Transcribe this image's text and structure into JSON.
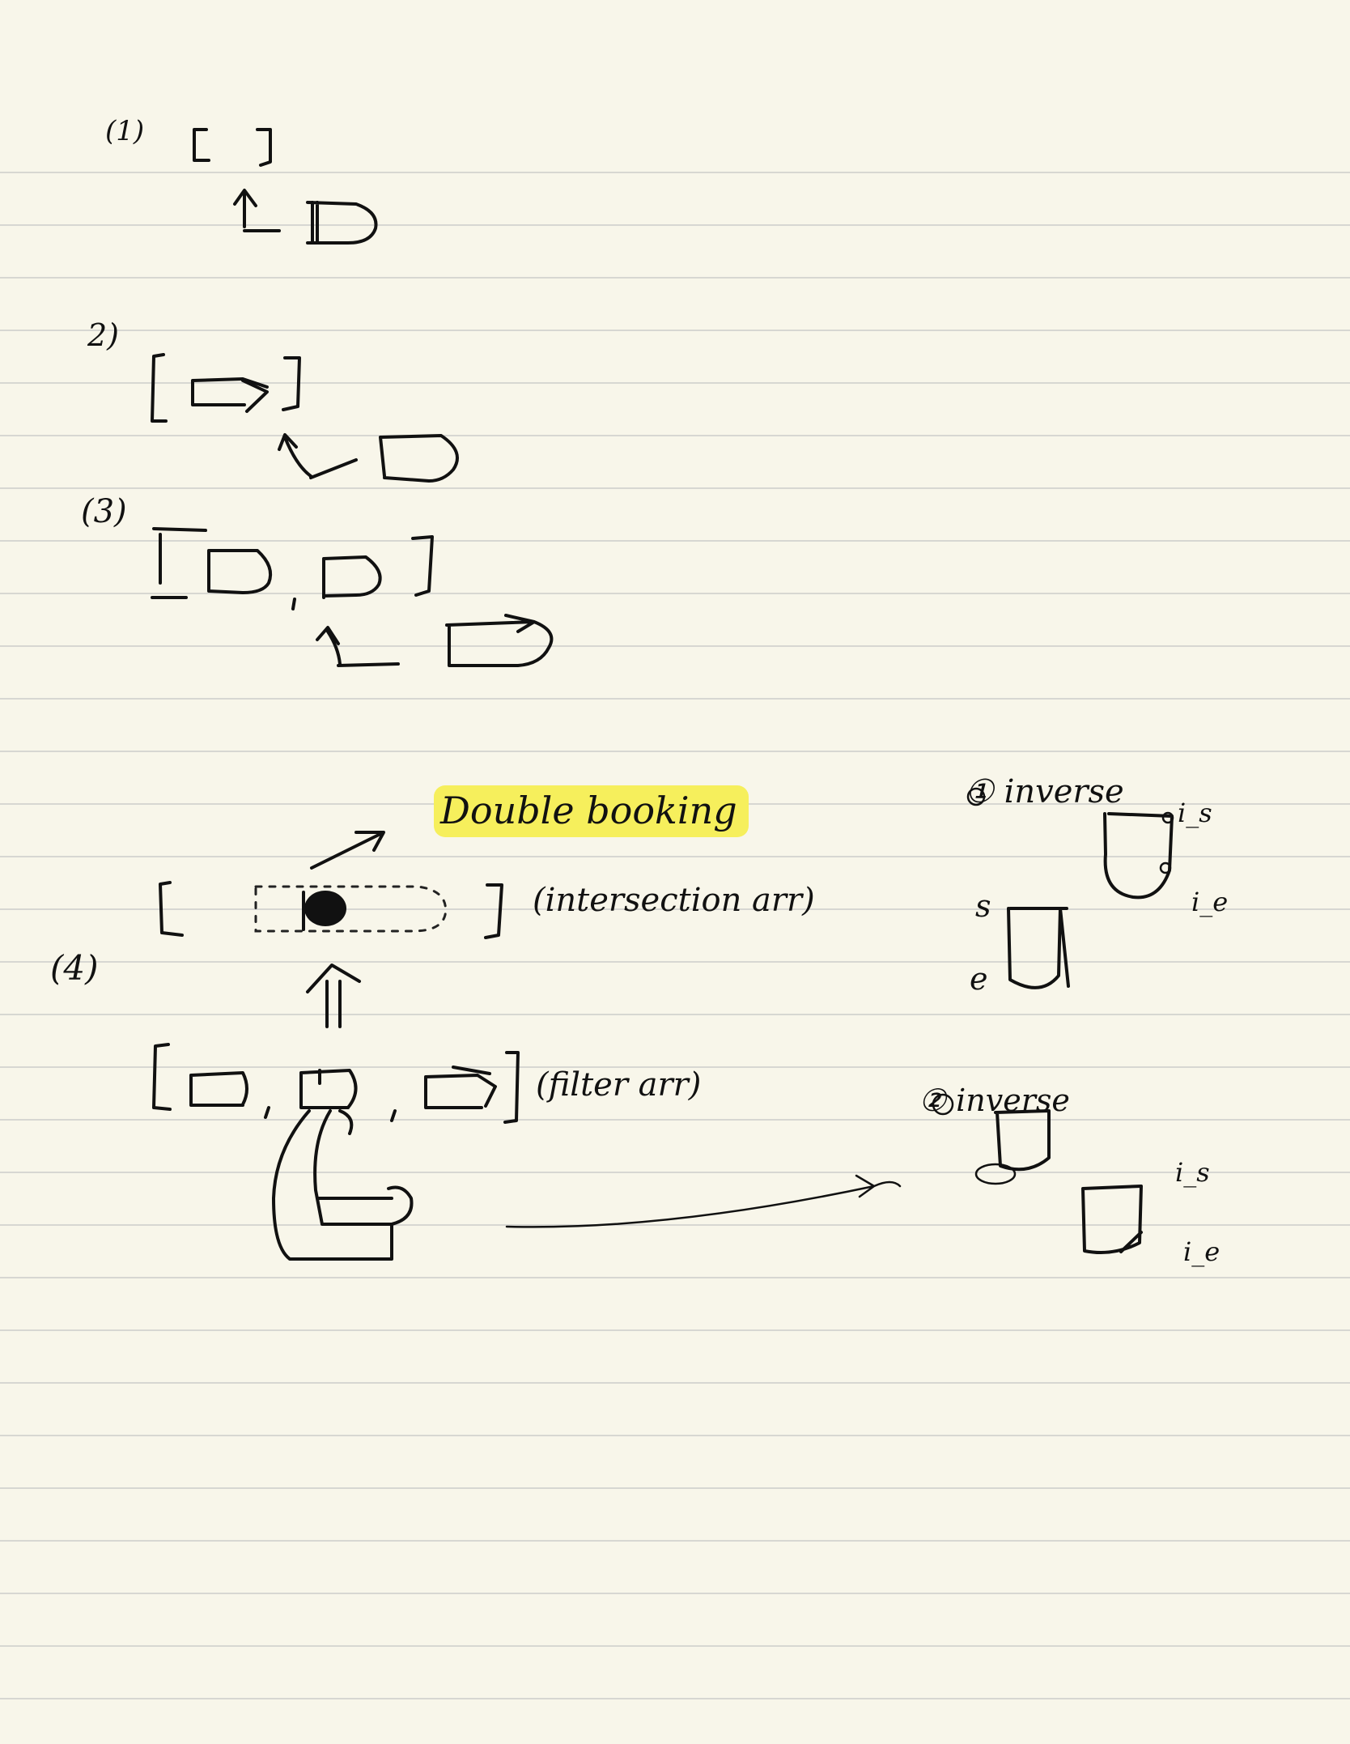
{
  "notes": {
    "step1_label": "(1)",
    "step2_label": "2)",
    "step3_label": "(3)",
    "step4_label": "(4)",
    "highlight_text": "Double booking",
    "intersection_label": "(intersection arr)",
    "filter_label": "(filter arr)",
    "case1_label": "① inverse",
    "case2_label": "② inverse",
    "i_s": "i_s",
    "i_e": "i_e",
    "s": "s",
    "e": "e"
  },
  "colors": {
    "paper": "#f8f6ea",
    "rule": "#d7d7d2",
    "ink": "#111111",
    "highlight": "#f6ef5c"
  }
}
